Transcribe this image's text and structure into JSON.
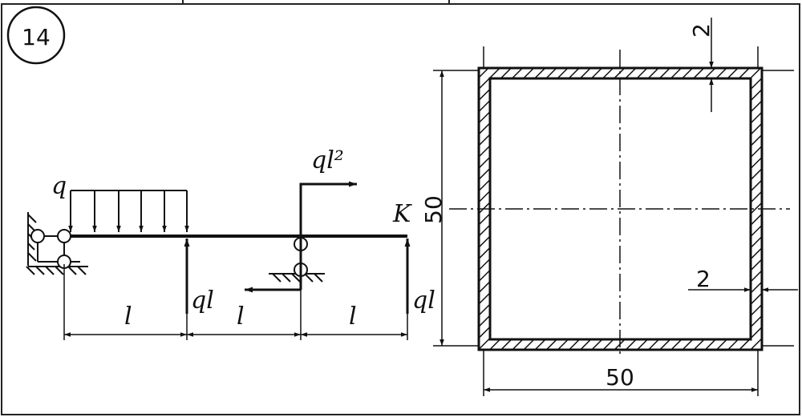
{
  "problem_number": "14",
  "beam": {
    "load_q": "q",
    "moment": "ql²",
    "point_k": "K",
    "force_1": "ql",
    "force_2": "ql",
    "spans": [
      "l",
      "l",
      "l"
    ]
  },
  "section": {
    "height": "50",
    "width": "50",
    "wall_top": "2",
    "wall_side": "2"
  },
  "colors": {
    "ink": "#111111",
    "paper": "#ffffff"
  }
}
